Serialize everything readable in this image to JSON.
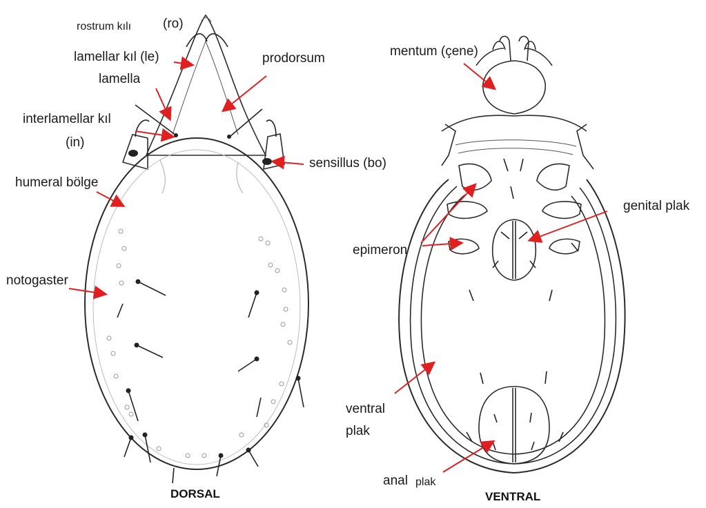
{
  "labels": {
    "rostrum_kili": "rostrum kılı",
    "ro": "(ro)",
    "lamellar_kil": "lamellar kıl (le)",
    "lamella": "lamella",
    "interlamellar_kil": "interlamellar kıl",
    "in": "(in)",
    "humeral_bolge": "humeral bölge",
    "notogaster": "notogaster",
    "prodorsum": "prodorsum",
    "sensillus": "sensillus (bo)",
    "mentum": "mentum (çene)",
    "epimeron": "epimeron",
    "genital_plak": "genital plak",
    "ventral": "ventral",
    "plak": "plak",
    "anal": "anal",
    "anal_plak": "plak"
  },
  "captions": {
    "dorsal": "DORSAL",
    "ventral": "VENTRAL"
  },
  "colors": {
    "arrow": "#e02020",
    "outline": "#2a2a2a"
  }
}
